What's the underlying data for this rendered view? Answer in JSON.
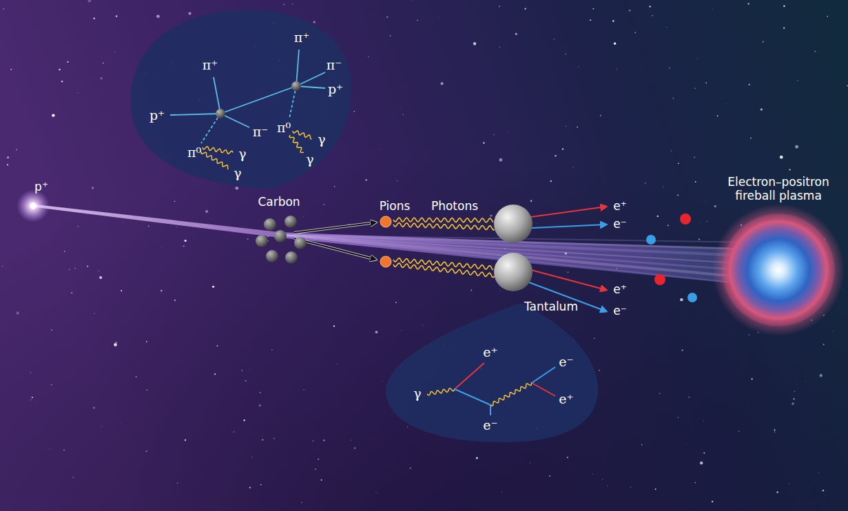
{
  "diagram": {
    "nodes": [
      {
        "text": [
          "p⁺",
          "π⁺",
          "π⁻",
          "π⁰",
          "γ",
          "γ",
          "π⁺",
          "π⁻",
          "p⁺",
          "π⁰",
          "γ",
          "γ"
        ]
      },
      {
        "text": [
          "Carbon"
        ]
      },
      {
        "text": [
          "Tantalum"
        ]
      },
      {
        "text": [
          "γ",
          "e⁺",
          "e⁻",
          "e⁺",
          "e⁻"
        ]
      },
      {
        "text": [
          "Electron–positron fireball plasma"
        ]
      }
    ],
    "labels": [
      "p⁺",
      "Pions",
      "Photons",
      "e⁺",
      "e⁻",
      "e⁺",
      "e⁻"
    ]
  }
}
